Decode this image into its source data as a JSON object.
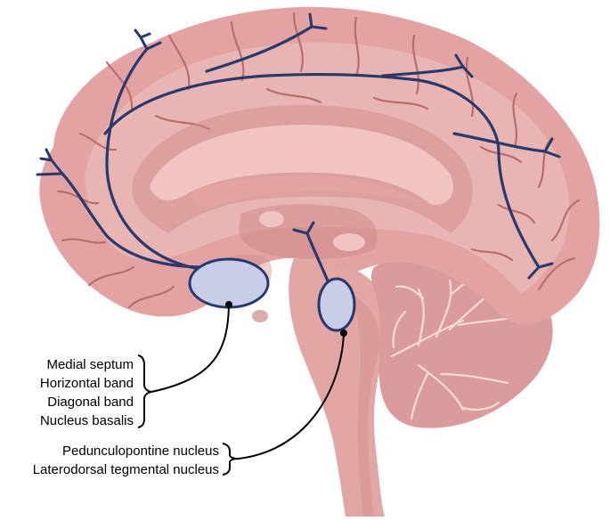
{
  "colors": {
    "brain_fill": "#e3a3a3",
    "brain_light": "#efc4c1",
    "brain_dark": "#cc8787",
    "sulcus": "#b86d6d",
    "stem": "#e2a7a5",
    "cerebellum_fill": "#d99b9b",
    "cerebellum_line": "#f6dcd7",
    "pathway": "#263a6e",
    "nucleus_fill": "#c9cde8",
    "leader": "#000000",
    "text": "#000000"
  },
  "labels": {
    "basal_forebrain": [
      "Medial septum",
      "Horizontal band",
      "Diagonal band",
      "Nucleus basalis"
    ],
    "brainstem": [
      "Pedunculopontine nucleus",
      "Laterodorsal tegmental nucleus"
    ]
  }
}
